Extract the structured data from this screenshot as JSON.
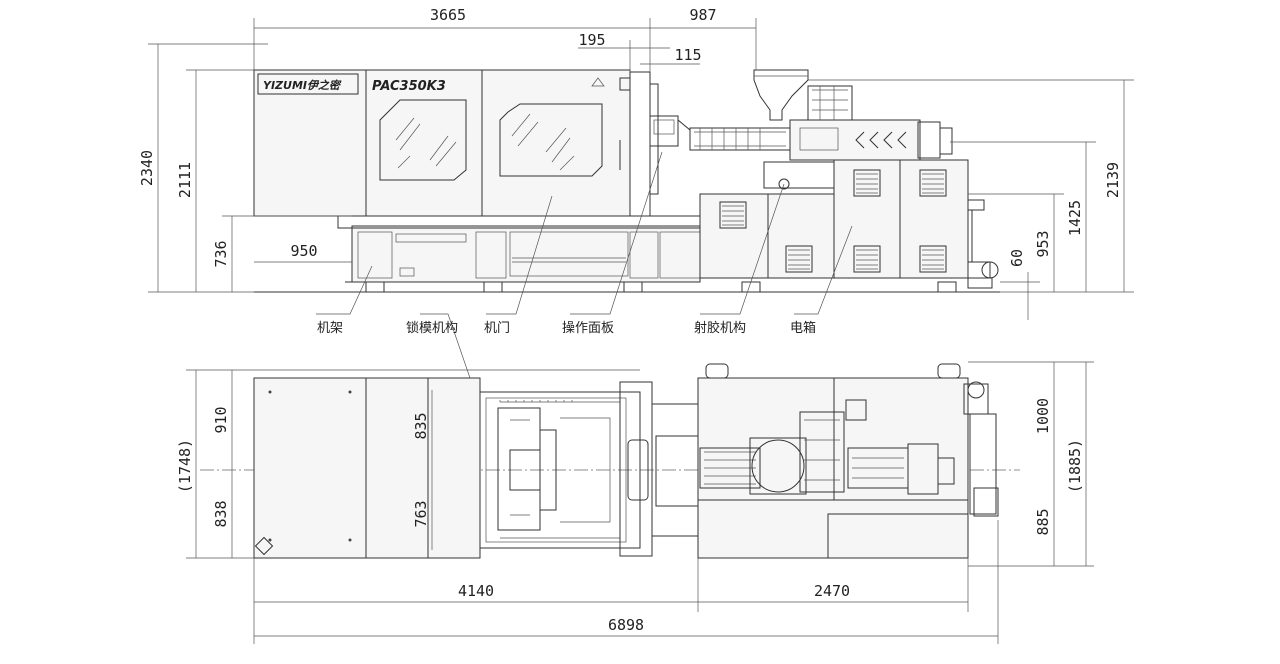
{
  "machine": {
    "brand": "YIZUMI伊之密",
    "model": "PAC350K3"
  },
  "front_view": {
    "dimensions": {
      "frame_to_injection": "3665",
      "injection_extension": "987",
      "offset_195": "195",
      "offset_115": "115",
      "total_height": "2340",
      "cover_height": "2111",
      "frame_height": "736",
      "frame_offset": "950",
      "foot_height": "60",
      "center_height": "953",
      "injection_center": "1425",
      "hopper_height": "2139"
    },
    "callouts": [
      {
        "text": "机架"
      },
      {
        "text": "锁模机构"
      },
      {
        "text": "机门"
      },
      {
        "text": "操作面板"
      },
      {
        "text": "射胶机构"
      },
      {
        "text": "电箱"
      }
    ]
  },
  "top_view": {
    "dimensions": {
      "upper_half_left": "910",
      "lower_half_left": "838",
      "total_width_left": "(1748)",
      "platen_upper": "835",
      "platen_lower": "763",
      "upper_half_right": "1000",
      "lower_half_right": "885",
      "total_width_right": "(1885)",
      "clamp_length": "4140",
      "injection_length": "2470",
      "overall_length": "6898"
    }
  }
}
